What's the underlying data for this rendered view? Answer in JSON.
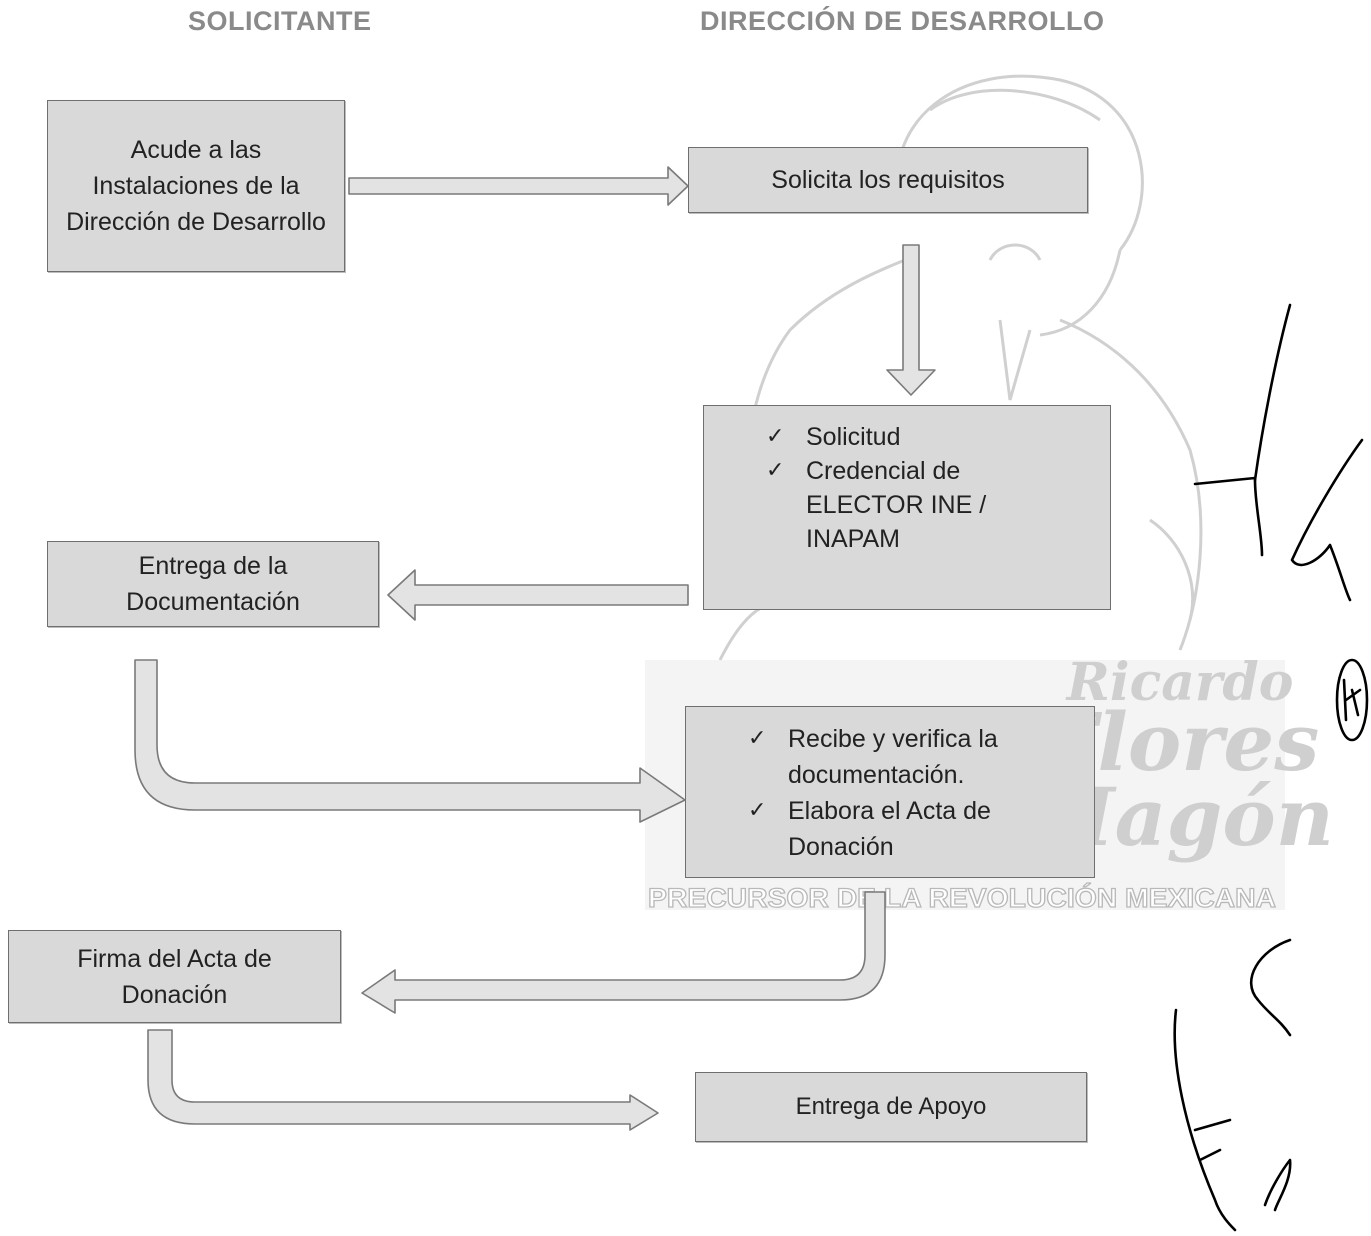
{
  "headers": {
    "left": "SOLICITANTE",
    "right": "DIRECCIÓN DE DESARROLLO"
  },
  "steps": {
    "acude": "Acude a las Instalaciones de la Dirección de Desarrollo",
    "solicita": "Solicita los requisitos",
    "requisitos": [
      "Solicitud",
      "Credencial de ELECTOR INE / INAPAM"
    ],
    "entrega_doc": "Entrega de la Documentación",
    "recibe": [
      "Recibe y verifica la documentación.",
      "Elabora el Acta de Donación"
    ],
    "firma": "Firma del Acta de Donación",
    "entrega_apoyo": "Entrega de Apoyo"
  },
  "watermark": {
    "script_name": "Ricardo Flores Magón",
    "tagline": "PRECURSOR DE LA REVOLUCIÓN MEXICANA"
  },
  "colors": {
    "box_fill": "#d9d9d9",
    "box_border": "#6f6f6f",
    "arrow_fill": "#e3e3e3",
    "header_text": "#8a8a8a",
    "ink": "#000000"
  }
}
